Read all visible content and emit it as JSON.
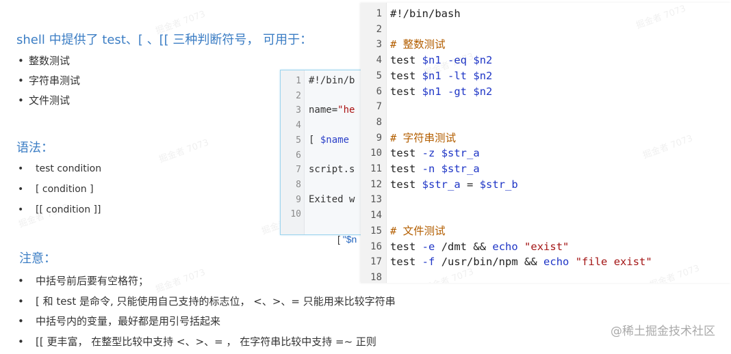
{
  "heading": "shell 中提供了 test、[ 、[[ 三种判断符号， 可用于：",
  "features": [
    "整数测试",
    "字符串测试",
    "文件测试"
  ],
  "syntax_title": "语法：",
  "syntax": [
    "test condition",
    "[ condition ]",
    "[[ condition ]]"
  ],
  "notes_title": "注意：",
  "notes": [
    "中括号前后要有空格符；",
    "[ 和 test 是命令, 只能使用自己支持的标志位， <、>、= 只能用来比较字符串",
    "中括号内的变量，最好都是用引号括起来",
    "[[ 更丰富， 在整型比较中支持 <、>、= ， 在字符串比较中支持 =~ 正则"
  ],
  "background_code": {
    "line_numbers": [
      "1",
      "2",
      "3",
      "4",
      "5",
      "6",
      "7",
      "8",
      "9",
      "10"
    ],
    "lines": {
      "l1": "#!/bin/b",
      "l3_pre": "name=",
      "l3_str": "\"he",
      "l5_pre": "[ ",
      "l5_var": "$name",
      "l7": "script.s",
      "l9": "Exited w"
    },
    "fragment_pre": "[ ",
    "fragment_str": "\"$n"
  },
  "code_panel": {
    "line_numbers": [
      "1",
      "2",
      "3",
      "4",
      "5",
      "6",
      "7",
      "8",
      "9",
      "10",
      "11",
      "12",
      "13",
      "14",
      "15",
      "16",
      "17",
      "18"
    ],
    "l1": "#!/bin/bash",
    "c3": "# 整数测试",
    "c9": "# 字符串测试",
    "c15": "# 文件测试",
    "test": "test",
    "n1": "$n1",
    "n2": "$n2",
    "eq": "-eq",
    "lt": "-lt",
    "gt": "-gt",
    "z": "-z",
    "n": "-n",
    "str_a": "$str_a",
    "str_b": "$str_b",
    "equals": "=",
    "e": "-e",
    "f": "-f",
    "path1": "/dmt",
    "path2": "/usr/bin/npm",
    "and": "&&",
    "echo": "echo",
    "s1": "\"exist\"",
    "s2": "\"file exist\""
  },
  "watermark": "掘金者 7073",
  "brand": "@稀土掘金技术社区"
}
